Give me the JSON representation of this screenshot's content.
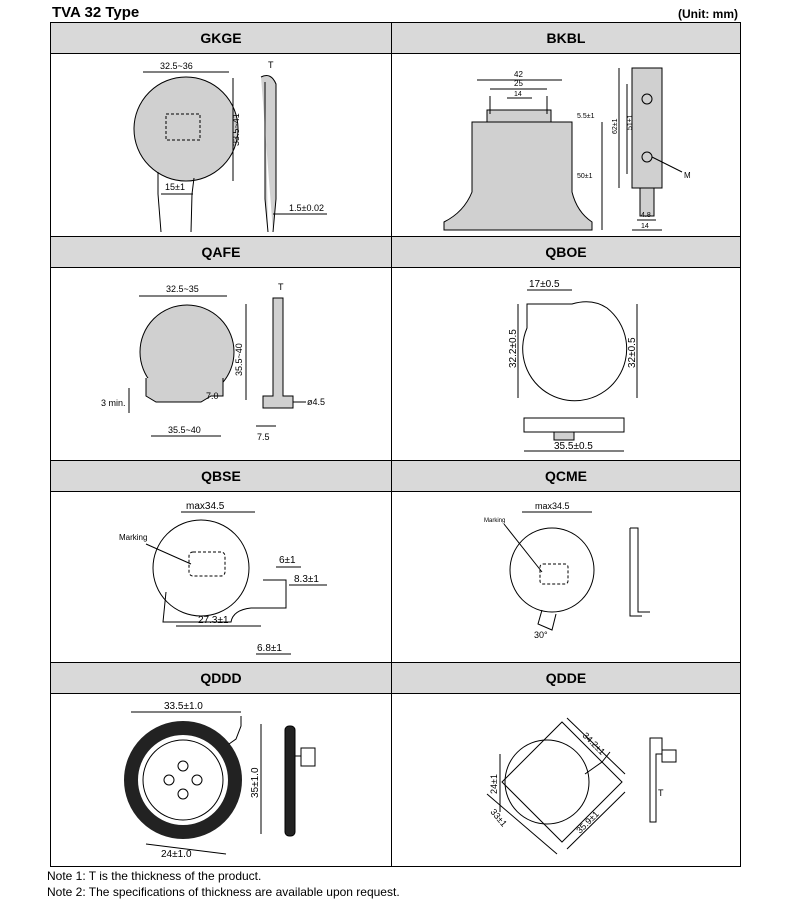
{
  "header": {
    "title": "TVA 32 Type",
    "unit": "(Unit: mm)"
  },
  "types": [
    {
      "name": "GKGE",
      "dims": [
        "32.5~36",
        "T",
        "33.5~41",
        "15±1",
        "1.5±0.02"
      ]
    },
    {
      "name": "BKBL",
      "dims": [
        "42",
        "25",
        "14",
        "5.5±1",
        "50±1",
        "62±1",
        "51±1",
        "4.8",
        "14",
        "M"
      ]
    },
    {
      "name": "QAFE",
      "dims": [
        "32.5~35",
        "T",
        "35.5~40",
        "3 min.",
        "7.0",
        "35.5~40",
        "ø4.5",
        "7.5"
      ]
    },
    {
      "name": "QBOE",
      "dims": [
        "17±0.5",
        "32.2±0.5",
        "32±0.5",
        "35.5±0.5"
      ]
    },
    {
      "name": "QBSE",
      "dims": [
        "max34.5",
        "Marking",
        "6±1",
        "8.3±1",
        "27.3±1",
        "6.8±1"
      ]
    },
    {
      "name": "QCME",
      "dims": [
        "max34.5",
        "Marking",
        "30°"
      ]
    },
    {
      "name": "QDDD",
      "dims": [
        "33.5±1.0",
        "35±1.0",
        "24±1.0"
      ]
    },
    {
      "name": "QDDE",
      "dims": [
        "34.2±1",
        "24±1",
        "35.9±1",
        "33±1",
        "T"
      ]
    }
  ],
  "notes": [
    "Note 1: T is the thickness of the product.",
    "Note 2: The specifications of thickness are available upon request."
  ]
}
